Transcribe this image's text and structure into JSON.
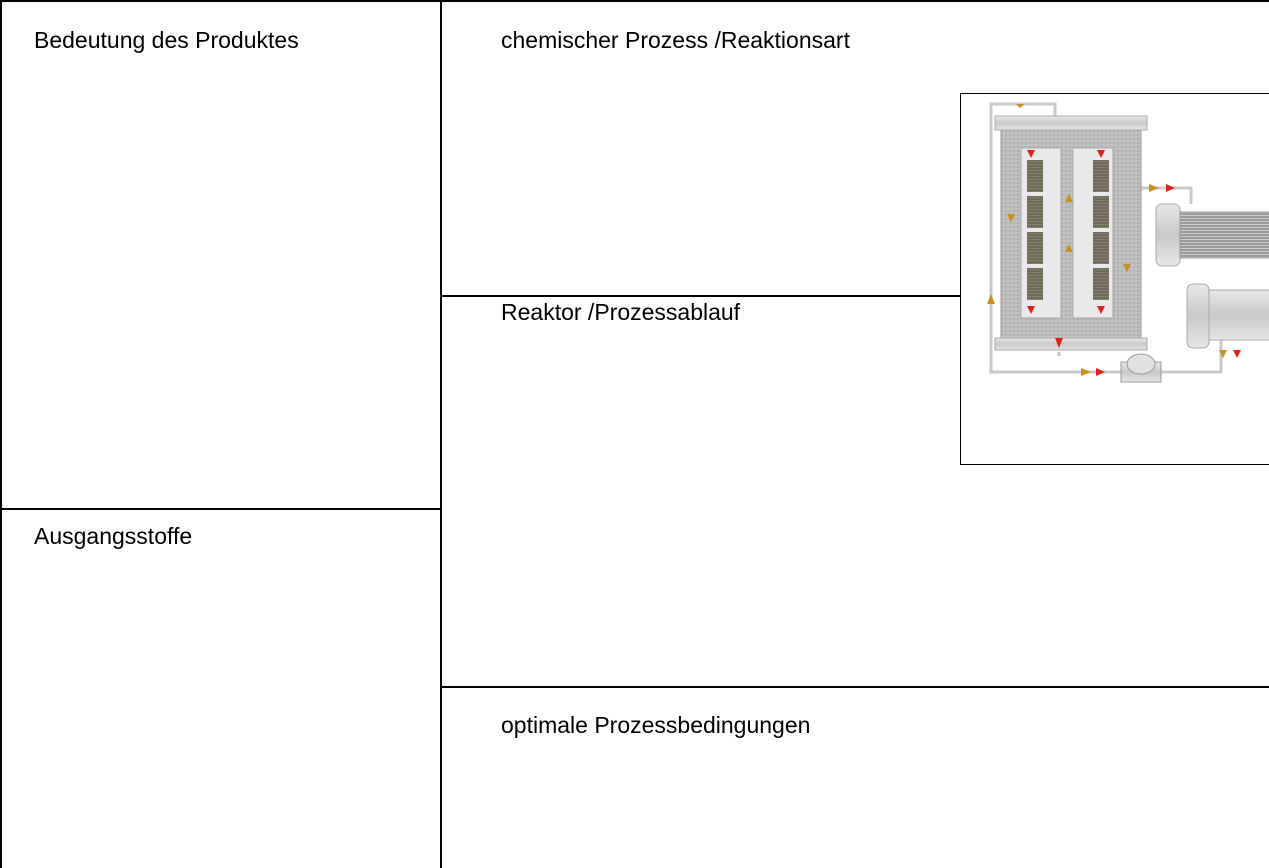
{
  "cells": {
    "product_meaning": "Bedeutung des Produktes",
    "chemical_process": "chemischer Prozess /Reaktionsart",
    "reactor_process": "Reaktor  /Prozessablauf",
    "starting_materials": "Ausgangsstoffe",
    "optimal_conditions": "optimale Prozessbedingungen"
  },
  "figure": {
    "icon": "reactor-process-diagram",
    "colors": {
      "flow_arrow_red": "#e0201a",
      "flow_arrow_gold": "#c8901e",
      "pipe": "#c8c8c8",
      "vessel": "#b9b9b9"
    }
  }
}
